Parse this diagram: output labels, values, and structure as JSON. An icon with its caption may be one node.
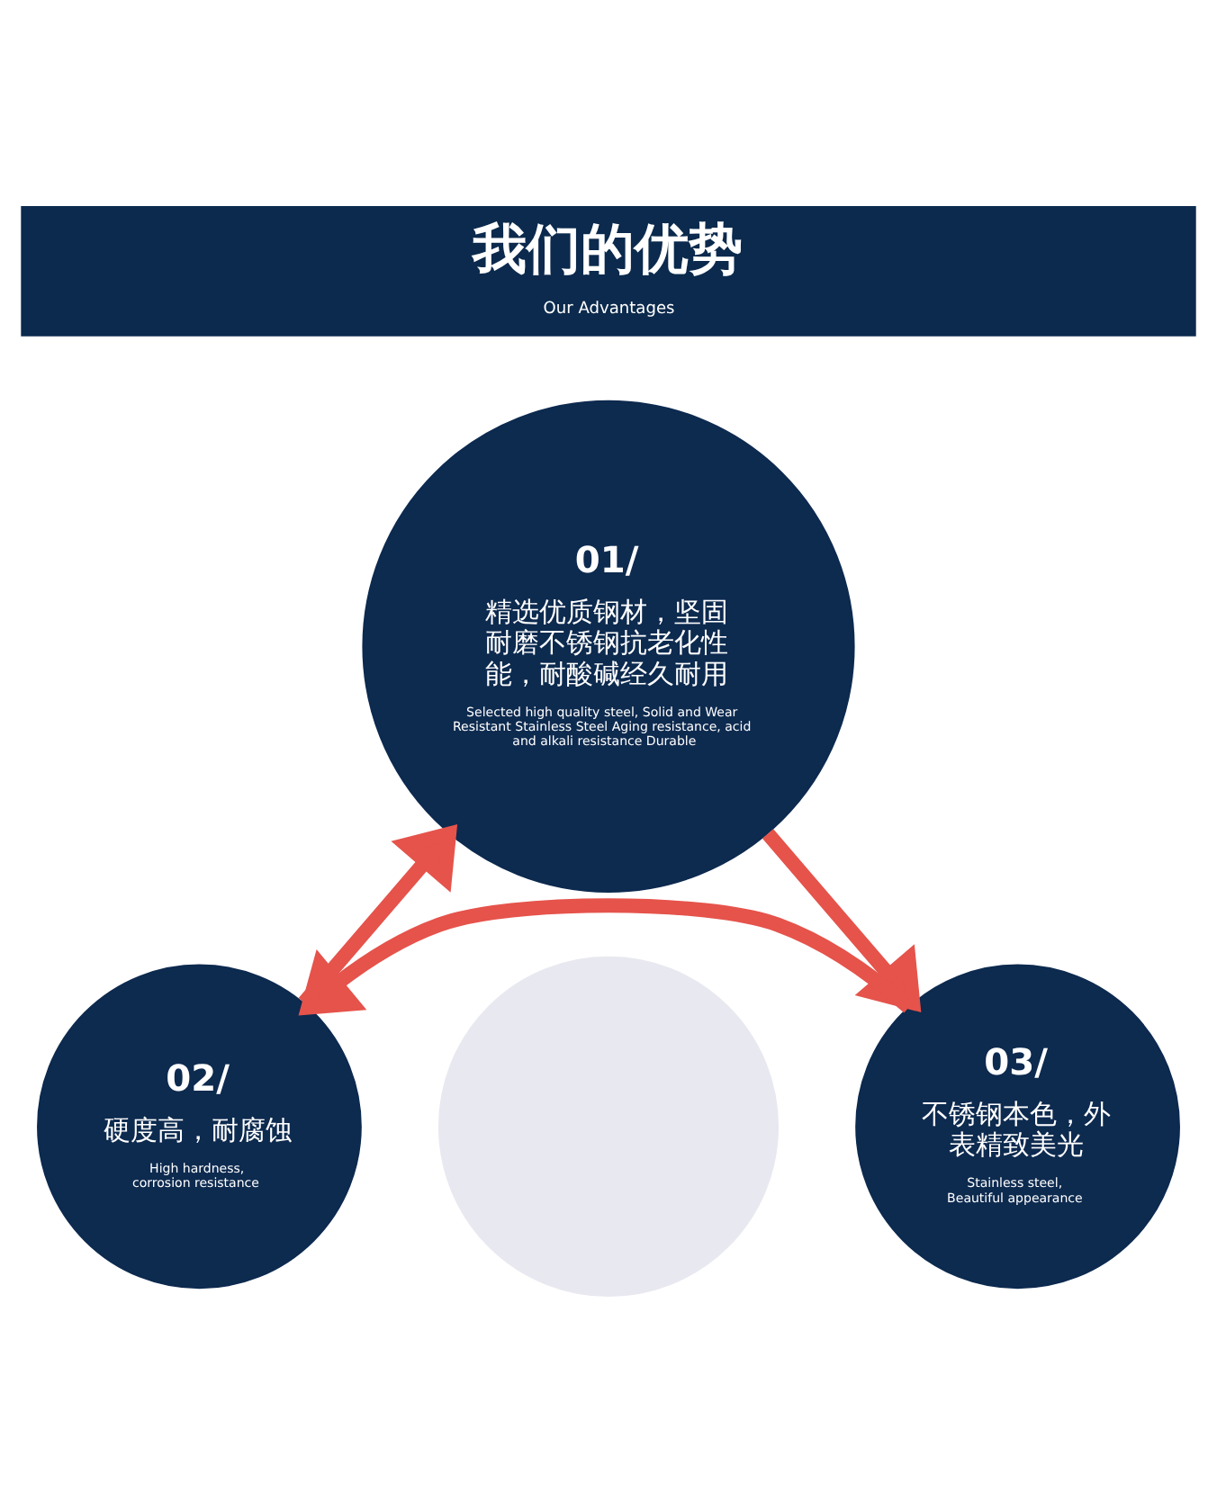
{
  "diagram": {
    "nodes": [
      {
        "text": [
          "我们的优势",
          "Our Advantages"
        ]
      },
      {
        "text": [
          "01/",
          "精选优质钢材，坚固耐磨不锈钢抗老化性能，耐酸碱经久耐用",
          "Selected high quality steel, Solid and Wear Resistant Stainless Steel Aging resistance, acid and alkali resistance Durable"
        ]
      },
      {
        "text": [],
        "shape": "circle"
      },
      {
        "text": [
          "02/",
          "硬度高，耐腐蚀",
          "High hardness, corrosion resistance"
        ]
      },
      {
        "text": [
          "03/",
          "不锈钢本色，外表精致美光",
          "Stainless steel, Beautiful appearance"
        ]
      }
    ],
    "edges": [
      {
        "from": 1,
        "to": 4,
        "arrow": "to"
      },
      {
        "from": 4,
        "to": 3,
        "arrow": "to"
      },
      {
        "from": 3,
        "to": 1,
        "arrow": "to"
      }
    ]
  }
}
